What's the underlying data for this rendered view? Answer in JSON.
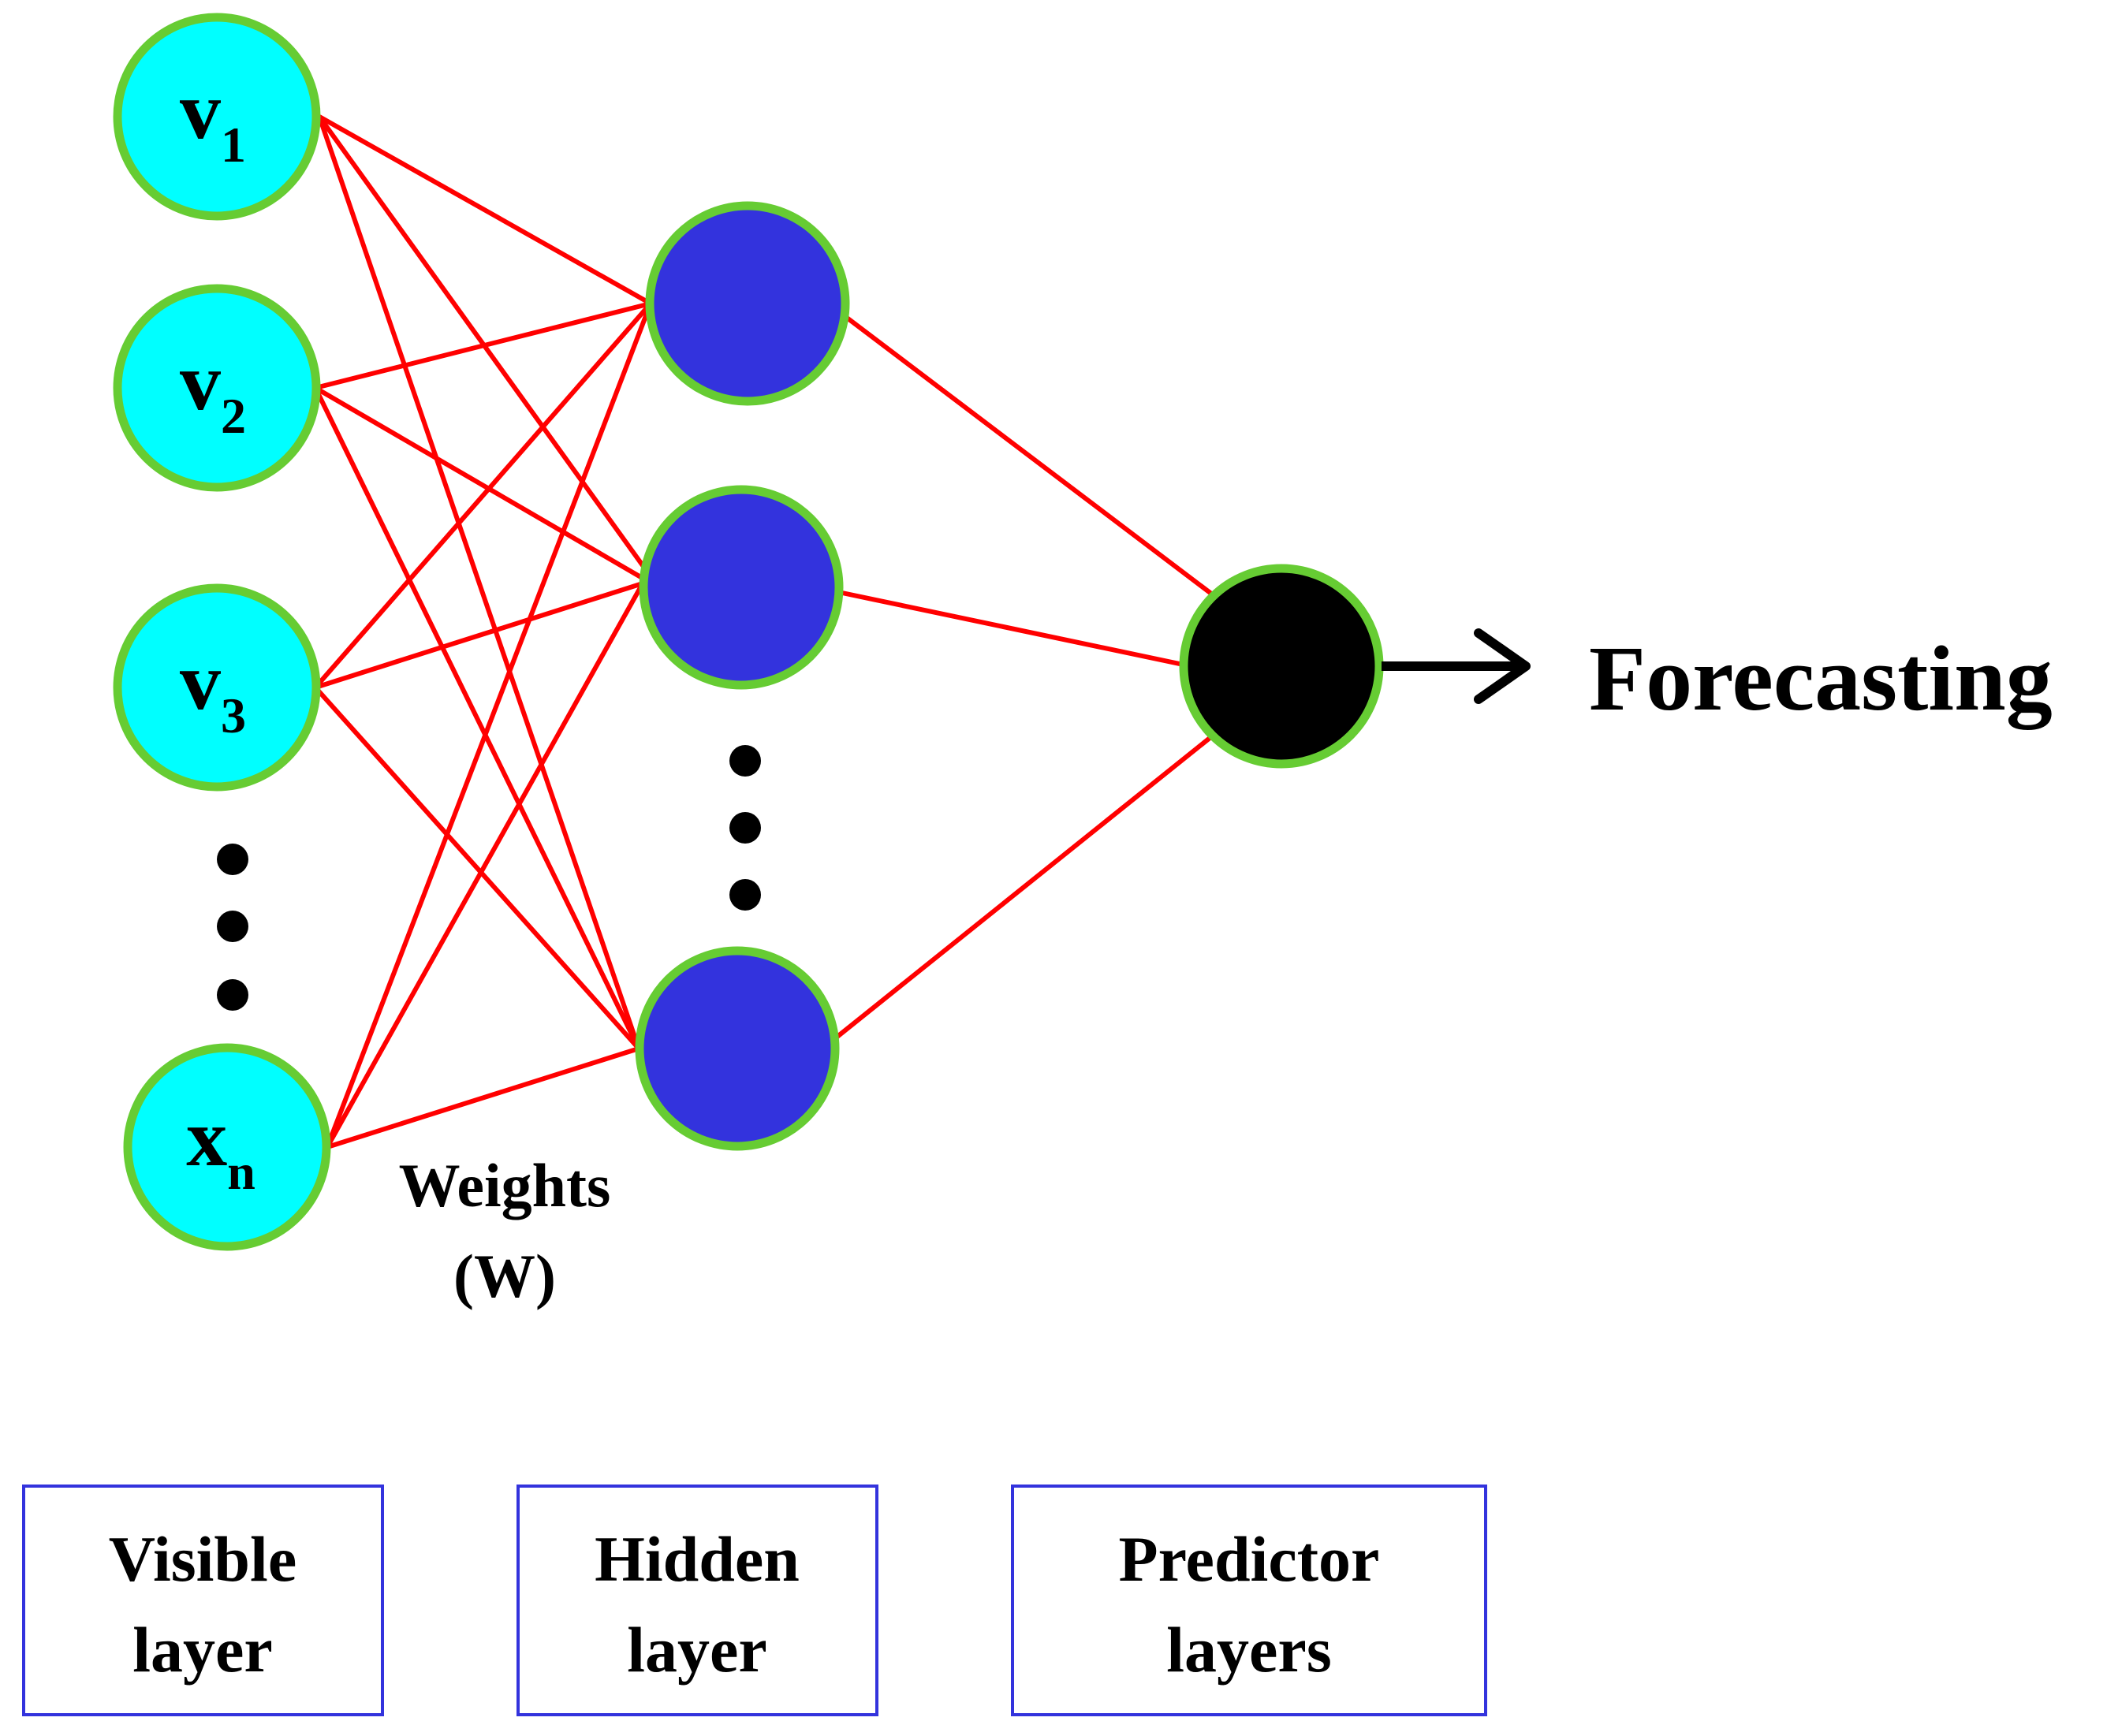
{
  "visible_nodes": [
    {
      "letter": "v",
      "sub": "1"
    },
    {
      "letter": "v",
      "sub": "2"
    },
    {
      "letter": "v",
      "sub": "3"
    },
    {
      "letter": "x",
      "sub": "n"
    }
  ],
  "hidden_node_count": 3,
  "output_label": "Forecasting",
  "weights_label": {
    "line1": "Weights",
    "line2": "(W)"
  },
  "layer_boxes": [
    {
      "line1": "Visible",
      "line2": "layer"
    },
    {
      "line1": "Hidden",
      "line2": "layer"
    },
    {
      "line1": "Predictor",
      "line2": "layers"
    }
  ],
  "colors": {
    "edge": "#ff0000",
    "visible_fill": "#00ffff",
    "hidden_fill": "#3333dd",
    "output_fill": "#000000",
    "node_border": "#66cc33",
    "box_border": "#3333dd"
  }
}
